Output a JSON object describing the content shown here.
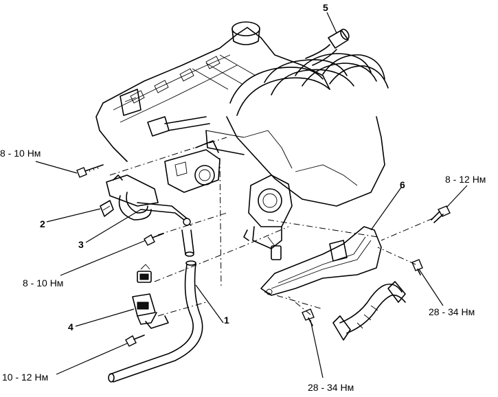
{
  "callouts": {
    "c1": "1",
    "c2": "2",
    "c3": "3",
    "c4": "4",
    "c5": "5",
    "c6": "6"
  },
  "torques": {
    "t_left_top": "8 - 10 Нм",
    "t_left_mid": "8 - 10 Нм",
    "t_left_bottom": "10 - 12 Нм",
    "t_right_top": "8 - 12 Нм",
    "t_right_mid": "28 - 34 Нм",
    "t_bottom": "28 - 34 Нм"
  },
  "colors": {
    "ink": "#000000",
    "paper": "#ffffff"
  }
}
